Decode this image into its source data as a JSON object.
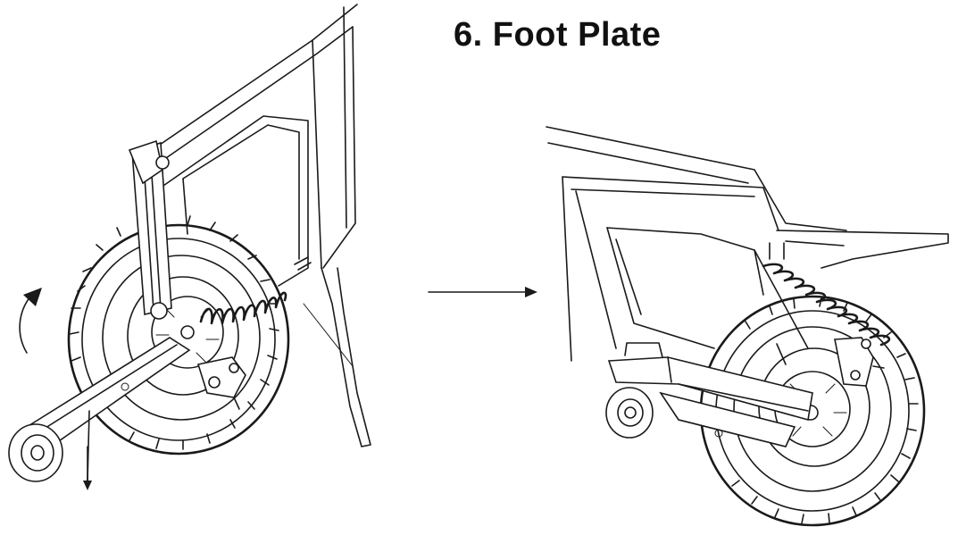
{
  "title": "6.  Foot Plate",
  "colors": {
    "line": "#1a1a1a",
    "background": "#ffffff"
  },
  "figures": [
    {
      "role": "before",
      "state": "training wheel arm lowered, rotate upward"
    },
    {
      "role": "after",
      "state": "training wheel arm raised as foot plate"
    }
  ],
  "icons": [
    "rotate-arrow-icon",
    "down-arrow-icon",
    "right-arrow-icon"
  ]
}
